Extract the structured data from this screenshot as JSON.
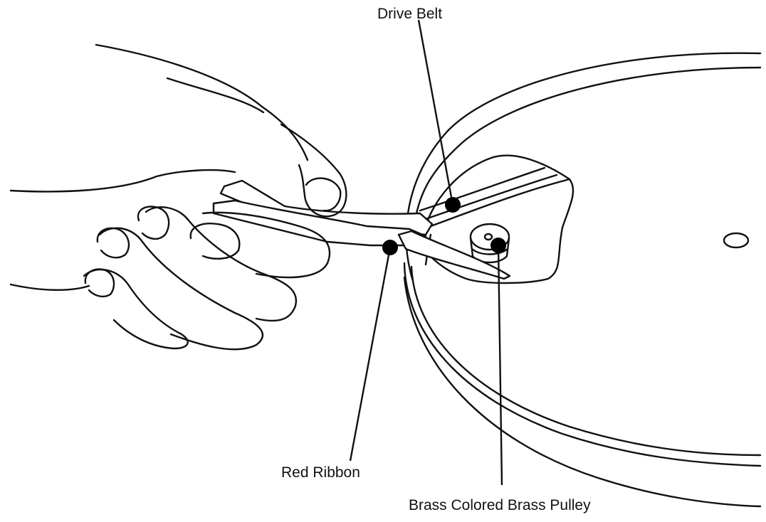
{
  "callouts": {
    "drive_belt": "Drive Belt",
    "red_ribbon": "Red Ribbon",
    "brass_pulley": "Brass Colored Brass Pulley"
  },
  "colors": {
    "line": "#111111",
    "background": "#ffffff"
  }
}
